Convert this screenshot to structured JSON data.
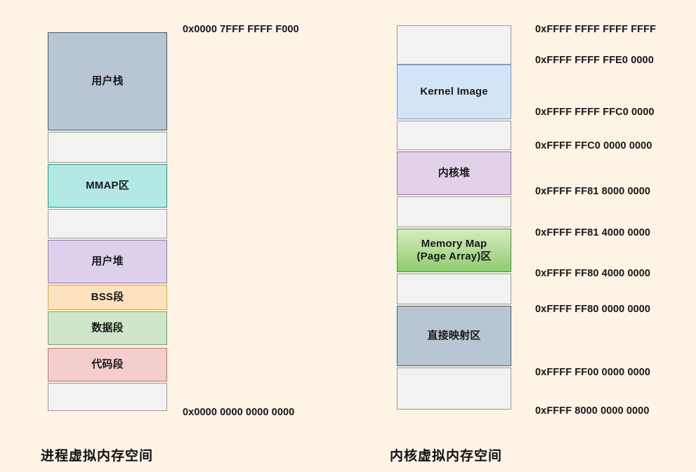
{
  "background_color": "#fdf4e6",
  "diagram": {
    "title_left": "进程虚拟内存空间",
    "title_right": "内核虚拟内存空间"
  },
  "process_space": {
    "caption": "进程虚拟内存空间",
    "top_address": "0x0000 7FFF FFFF F000",
    "bottom_address": "0x0000 0000 0000 0000",
    "blocks": [
      {
        "label": "用户栈",
        "fill": "#b8c6d4",
        "stroke": "#3d5a75",
        "type": "region"
      },
      {
        "label": "",
        "fill": "#f2f2f2",
        "stroke": "#9a9a9a",
        "type": "gap"
      },
      {
        "label": "MMAP区",
        "fill": "#b3e8e5",
        "stroke": "#189a96",
        "type": "region"
      },
      {
        "label": "",
        "fill": "#f2f2f2",
        "stroke": "#9a9a9a",
        "type": "gap"
      },
      {
        "label": "用户堆",
        "fill": "#ddd0ea",
        "stroke": "#9a72c2",
        "type": "region"
      },
      {
        "label": "BSS段",
        "fill": "#fde2c0",
        "stroke": "#e0a320",
        "type": "region"
      },
      {
        "label": "数据段",
        "fill": "#cfe6c8",
        "stroke": "#6fa85e",
        "type": "region"
      },
      {
        "label": "代码段",
        "fill": "#f4cdcd",
        "stroke": "#c96b6b",
        "type": "region"
      },
      {
        "label": "",
        "fill": "#f2f2f2",
        "stroke": "#9a9a9a",
        "type": "gap"
      }
    ]
  },
  "kernel_space": {
    "caption": "内核虚拟内存空间",
    "blocks": [
      {
        "label": "",
        "fill": "#f2f2f2",
        "stroke": "#9a9a9a",
        "type": "gap"
      },
      {
        "label": "Kernel Image",
        "fill": "#d4e4f7",
        "stroke": "#6b9bd2",
        "type": "region"
      },
      {
        "label": "",
        "fill": "#f2f2f2",
        "stroke": "#9a9a9a",
        "type": "gap"
      },
      {
        "label": "内核堆",
        "fill": "#e2d2e8",
        "stroke": "#9b6aa8",
        "type": "region"
      },
      {
        "label": "",
        "fill": "#f2f2f2",
        "stroke": "#9a9a9a",
        "type": "gap"
      },
      {
        "label": "Memory Map\n(Page Array)区",
        "fill": "#8fcc70",
        "stroke": "#4e8f3a",
        "type": "region"
      },
      {
        "label": "",
        "fill": "#f2f2f2",
        "stroke": "#9a9a9a",
        "type": "gap"
      },
      {
        "label": "直接映射区",
        "fill": "#b8c6d4",
        "stroke": "#3d5a75",
        "type": "region"
      },
      {
        "label": "",
        "fill": "#f2f2f2",
        "stroke": "#9a9a9a",
        "type": "gap"
      }
    ],
    "addresses": [
      "0xFFFF FFFF FFFF FFFF",
      "0xFFFF FFFF FFE0 0000",
      "0xFFFF FFFF FFC0 0000",
      "0xFFFF FFC0 0000 0000",
      "0xFFFF FF81 8000 0000",
      "0xFFFF FF81 4000 0000",
      "0xFFFF FF80 4000 0000",
      "0xFFFF FF80 0000 0000",
      "0xFFFF FF00 0000 0000",
      "0xFFFF 8000 0000 0000"
    ]
  }
}
